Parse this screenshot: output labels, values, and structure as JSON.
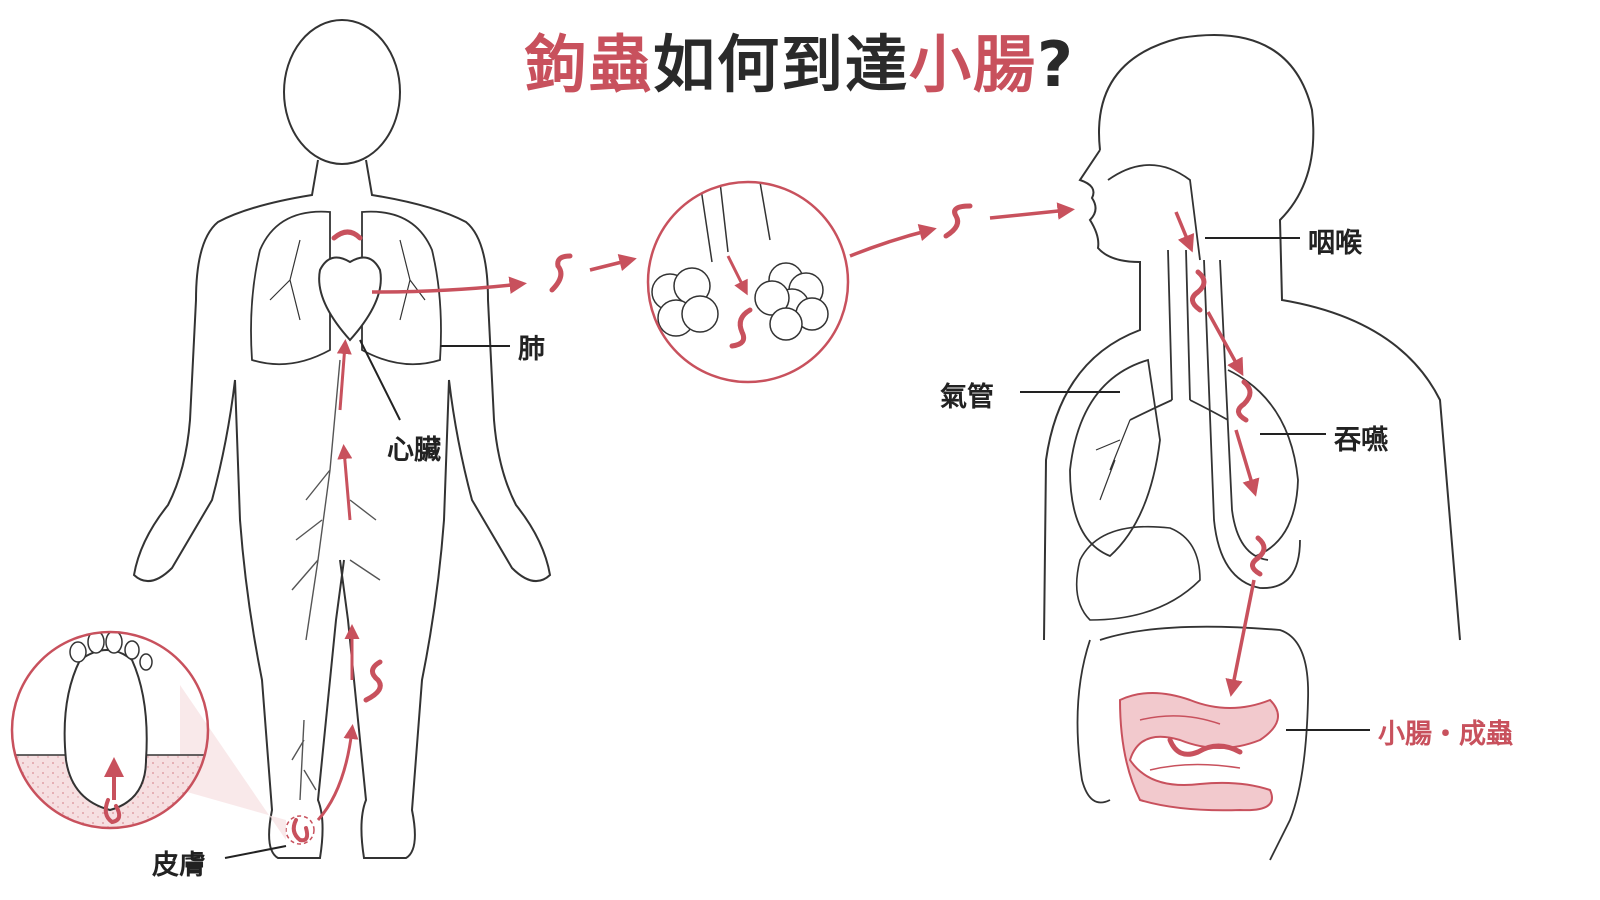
{
  "title": {
    "part1": "鉤蟲",
    "part2": "如何到達",
    "part3": "小腸",
    "part4": "?"
  },
  "labels": {
    "skin": "皮膚",
    "lung": "肺",
    "heart": "心臟",
    "pharynx": "咽喉",
    "trachea": "氣管",
    "swallow": "吞嚥",
    "small_intestine_adult": "小腸・成蟲"
  },
  "colors": {
    "accent": "#c8515d",
    "accent_light": "#f2c9cd",
    "outline": "#333333",
    "text": "#222222"
  },
  "icons": [
    "worm-icon",
    "arrow-icon",
    "foot-icon",
    "alveoli-icon"
  ]
}
